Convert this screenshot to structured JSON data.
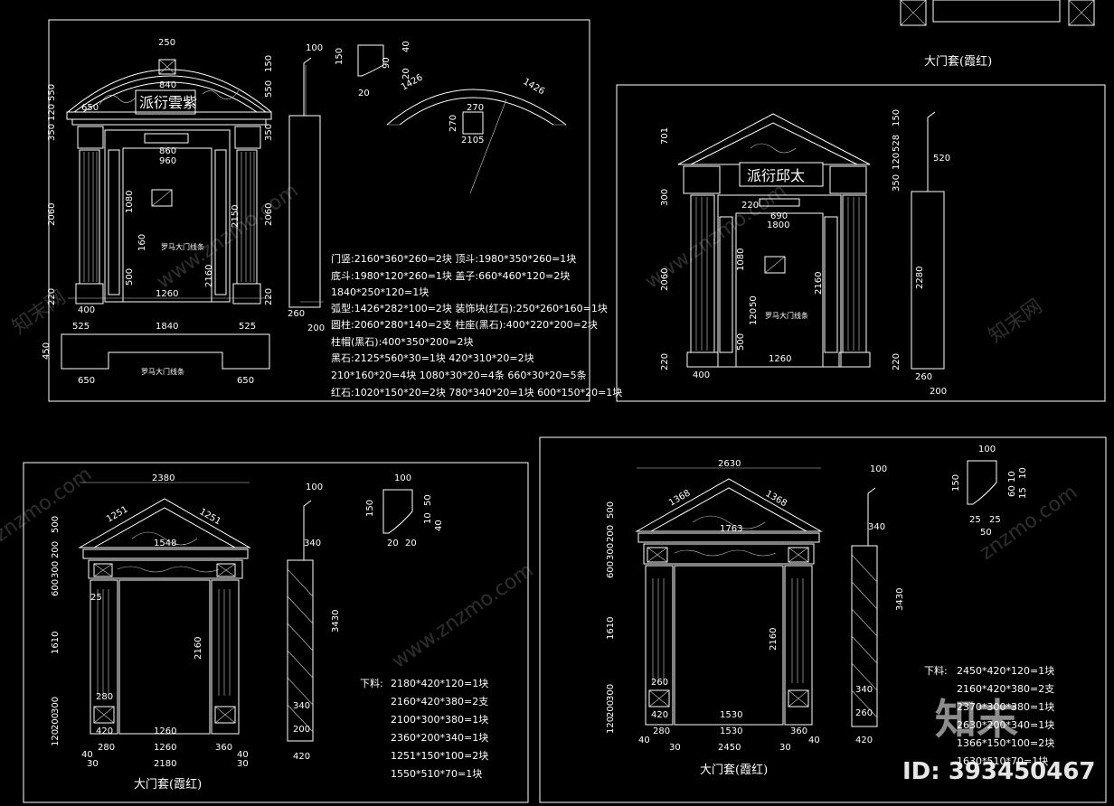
{
  "panel1": {
    "dims_top": [
      "250",
      "840",
      "550",
      "120",
      "350",
      "650",
      "860",
      "960"
    ],
    "dims_side": [
      "2060",
      "220",
      "2150",
      "2160",
      "1080",
      "500",
      "160"
    ],
    "dims_bottom": [
      "400",
      "1260",
      "260",
      "200"
    ],
    "base": [
      "525",
      "1840",
      "525",
      "450",
      "650",
      "650"
    ],
    "right_side": [
      "100",
      "150",
      "550",
      "350",
      "2060",
      "220",
      "120"
    ],
    "profile": [
      "150",
      "20",
      "40",
      "90",
      "20"
    ],
    "arch": [
      "1426",
      "1426",
      "270",
      "270",
      "2105"
    ],
    "sign": "派衍雲紫",
    "label_roman": "罗马大门线条",
    "label_base": "罗马大门线条",
    "materials": [
      "门竖:2160*360*260=2块  顶斗:1980*350*260=1块",
      "底斗:1980*120*260=1块  盖子:660*460*120=2块",
      "                        1840*250*120=1块",
      "弧型:1426*282*100=2块  装饰块(红石):250*260*160=1块",
      "圆柱:2060*280*140=2支  柱座(黑石):400*220*200=2块",
      "柱帽(黑石):400*350*200=2块",
      "黑石:2125*560*30=1块    420*310*20=2块",
      "     210*160*20=4块   1080*30*20=4条   660*30*20=5条",
      "红石:1020*150*20=2块  780*340*20=1块  600*150*20=1块"
    ]
  },
  "panel2": {
    "sign": "派衍邱太",
    "dims_top": [
      "220",
      "690",
      "1800"
    ],
    "dims_left": [
      "701",
      "300",
      "2060",
      "220",
      "1080",
      "500",
      "120",
      "50"
    ],
    "dims_bottom": [
      "400",
      "1260"
    ],
    "dims_mid": [
      "2160"
    ],
    "dims_right": [
      "150",
      "528",
      "120",
      "350",
      "520",
      "2280",
      "220",
      "260",
      "200"
    ],
    "label_roman": "罗马大门线条",
    "top_caption": "大门套(霞红)"
  },
  "panel3": {
    "dims_top": [
      "2380",
      "1251",
      "1251",
      "1548"
    ],
    "dims_left": [
      "500",
      "200",
      "300",
      "600",
      "1610",
      "300",
      "200",
      "120"
    ],
    "dims_inner": [
      "25",
      "280",
      "420",
      "1260",
      "2160"
    ],
    "dims_bottom": [
      "40",
      "40",
      "280",
      "1260",
      "360",
      "30",
      "30",
      "2180"
    ],
    "side": [
      "100",
      "340",
      "3430",
      "340",
      "200",
      "420"
    ],
    "profile": [
      "100",
      "150",
      "50",
      "20",
      "20",
      "10",
      "40"
    ],
    "materials_title": "下料:",
    "materials": [
      "2180*420*120=1块",
      "2160*420*380=2支",
      "2100*300*380=1块",
      "2360*200*340=1块",
      "1251*150*100=2块",
      "1550*510*70=1块"
    ],
    "caption": "大门套(霞红)"
  },
  "panel4": {
    "dims_top": [
      "2630",
      "1368",
      "1368",
      "1763"
    ],
    "dims_left": [
      "500",
      "200",
      "300",
      "600",
      "1610",
      "300",
      "200",
      "120"
    ],
    "dims_inner": [
      "260",
      "420",
      "1530",
      "2160"
    ],
    "dims_bottom": [
      "40",
      "40",
      "280",
      "1530",
      "360",
      "30",
      "30",
      "2450"
    ],
    "side": [
      "100",
      "340",
      "3430",
      "340",
      "260",
      "420"
    ],
    "profile": [
      "100",
      "150",
      "25",
      "25",
      "50",
      "10",
      "60",
      "10",
      "15"
    ],
    "materials_title": "下料:",
    "materials": [
      "2450*420*120=1块",
      "2160*420*380=2支",
      "2370*300*380=1块",
      "2630*200*340=1块",
      "1366*150*100=2块",
      "1630*510*70=1块"
    ],
    "caption": "大门套(霞红)"
  },
  "watermark": {
    "site": "www.znzmo.com",
    "site2": "znzmo.com",
    "cn": "知末网",
    "logo": "知末",
    "id": "ID: 393450467"
  }
}
